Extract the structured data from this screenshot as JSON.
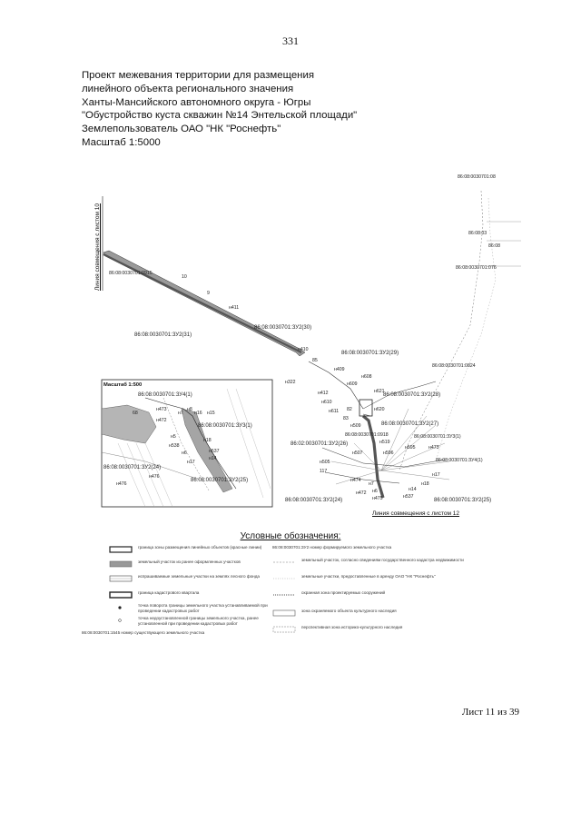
{
  "page_number": "331",
  "title_lines": [
    "Проект межевания территории для размещения",
    "линейного объекта регионального значения",
    "Ханты-Мансийского автономного округа - Югры",
    "\"Обустройство куста скважин №14 Энтельской площади\"",
    "Землепользователь ОАО \"НК \"Роснефть\"",
    "Масштаб 1:5000"
  ],
  "map": {
    "left_match_line": "Линия совмещения с листом 10",
    "bottom_match_line": "Линия совмещения с листом 12",
    "inset_scale": "Масштаб 1:500",
    "labels": {
      "l1": "86:08:0030701:08",
      "l2": "86:08:03",
      "l3": "86:08",
      "l4": "86:08:0030701:076",
      "l5": "86:08:0030701:0915",
      "l6": "10",
      "l7": "9",
      "l8": "н411",
      "l9": "86:08:0030701:ЗУ2(30)",
      "l10": "86:08:0030701:ЗУ2(31)",
      "l11": "н410",
      "l12": "86:08:0030701:ЗУ2(29)",
      "l13": "85",
      "l14": "н409",
      "l15": "86:08:0030701:0824",
      "l16": "н608",
      "l17": "н609",
      "l18": "н322",
      "l19": "н621",
      "l20": "86:08:0030701:ЗУ2(28)",
      "l21": "н412",
      "l22": "н610",
      "l23": "н611",
      "l24": "82",
      "l25": "н620",
      "l26": "83",
      "l27": "н509",
      "l28": "86:08:0030701:ЗУ2(27)",
      "l29": "86:08:0030701:0918",
      "l30": "86:08:0030701:ЗУ3(1)",
      "l31": "86:02:0030701:ЗУ2(26)",
      "l32": "н519",
      "l33": "н595",
      "l34": "н473",
      "l35": "н596",
      "l36": "н507",
      "l37": "86:08:0030701:ЗУ4(1)",
      "l38": "н505",
      "l39": "117",
      "l40": "н474",
      "l41": "н7",
      "l42": "н6",
      "l43": "н17",
      "l44": "н18",
      "l45": "н472",
      "l46": "н14",
      "l47": "н475",
      "l48": "н537",
      "l49": "86:08:0030701:ЗУ2(24)",
      "l50": "86:08:0030701:ЗУ2(25)",
      "l51": "н476"
    },
    "inset_labels": {
      "i1": "86:08:0030701:ЗУ4(1)",
      "i2": "68",
      "i3": "н473",
      "i4": "н7",
      "i5": "н8",
      "i6": "н16",
      "i7": "н472",
      "i8": "н15",
      "i9": "86:08:0030701:ЗУ3(1)",
      "i10": "н5",
      "i11": "н538",
      "i12": "н18",
      "i13": "н537",
      "i14": "н14",
      "i15": "н17",
      "i16": "86:08:0030701:ЗУ2(24)",
      "i17": "86:08:0030701:ЗУ2(25)",
      "i18": "н476",
      "i19": "н6"
    }
  },
  "legend": {
    "title": "Условные обозначения:",
    "items": [
      "граница зоны размещения линейных объектов (красные линии)",
      "86:08:0030701:ЗУ2 номер формируемого земельного участка",
      "земельный участок из ранее оформленных участков",
      "земельный участок, согласно сведениям государственного кадастра недвижимости",
      "испрашиваемые земельные участки на землях лесного фонда",
      "земельные участки, предоставленные в аренду ОАО \"НК \"Роснефть\"",
      "граница кадастрового квартала",
      "охранная зона проектируемых сооружений",
      "точка поворота границы земельного участка устанавливаемой при проведении кадастровых работ",
      "точка недоустановленной границы земельного участка, ранее установленной при проведении кадастровых работ",
      "зона охраняемого объекта культурного наследия",
      "86:08:0030701:1545 номер существующего земельного участка",
      "перспективная зона историко-культурного наследия"
    ]
  },
  "sheet": "Лист 11 из 39",
  "colors": {
    "road": "#6f6f6f",
    "zone_fill": "#a9a9a9",
    "line": "#222222"
  }
}
